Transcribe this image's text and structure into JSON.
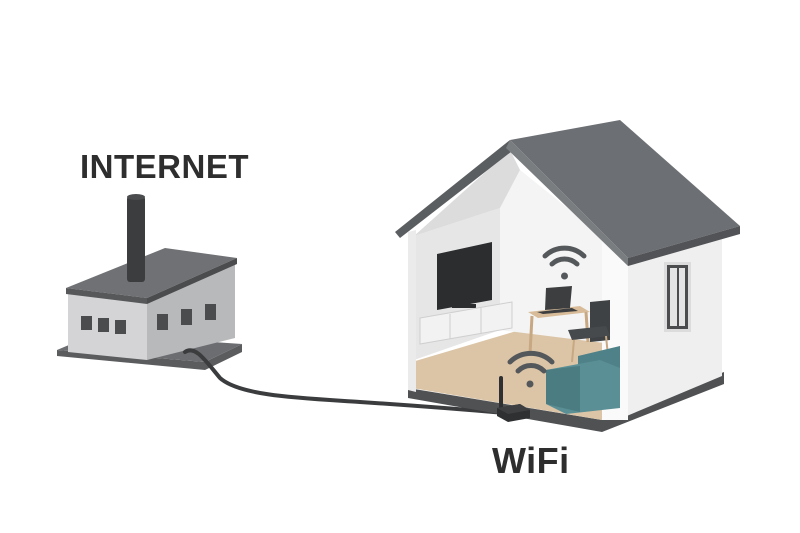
{
  "labels": {
    "internet": "INTERNET",
    "wifi": "WiFi"
  },
  "nodes": [
    {
      "id": "internet-source",
      "type": "factory-building",
      "label": "INTERNET"
    },
    {
      "id": "home",
      "type": "house-cutaway",
      "label": "WiFi"
    }
  ],
  "edges": [
    {
      "from": "internet-source",
      "to": "home-router",
      "type": "cable"
    }
  ],
  "house_contents": [
    "tv",
    "tv-cabinet",
    "laptop",
    "desk",
    "chair",
    "armchair",
    "router",
    "wifi-signal"
  ],
  "colors": {
    "roof": "#6b6e72",
    "wall": "#f2f2f2",
    "factory_wall": "#c9c9cb",
    "factory_roof": "#737577",
    "dark": "#3a3c3e",
    "floor": "#d9c2a3",
    "sofa": "#4f8288",
    "text": "#2e2e2e"
  }
}
